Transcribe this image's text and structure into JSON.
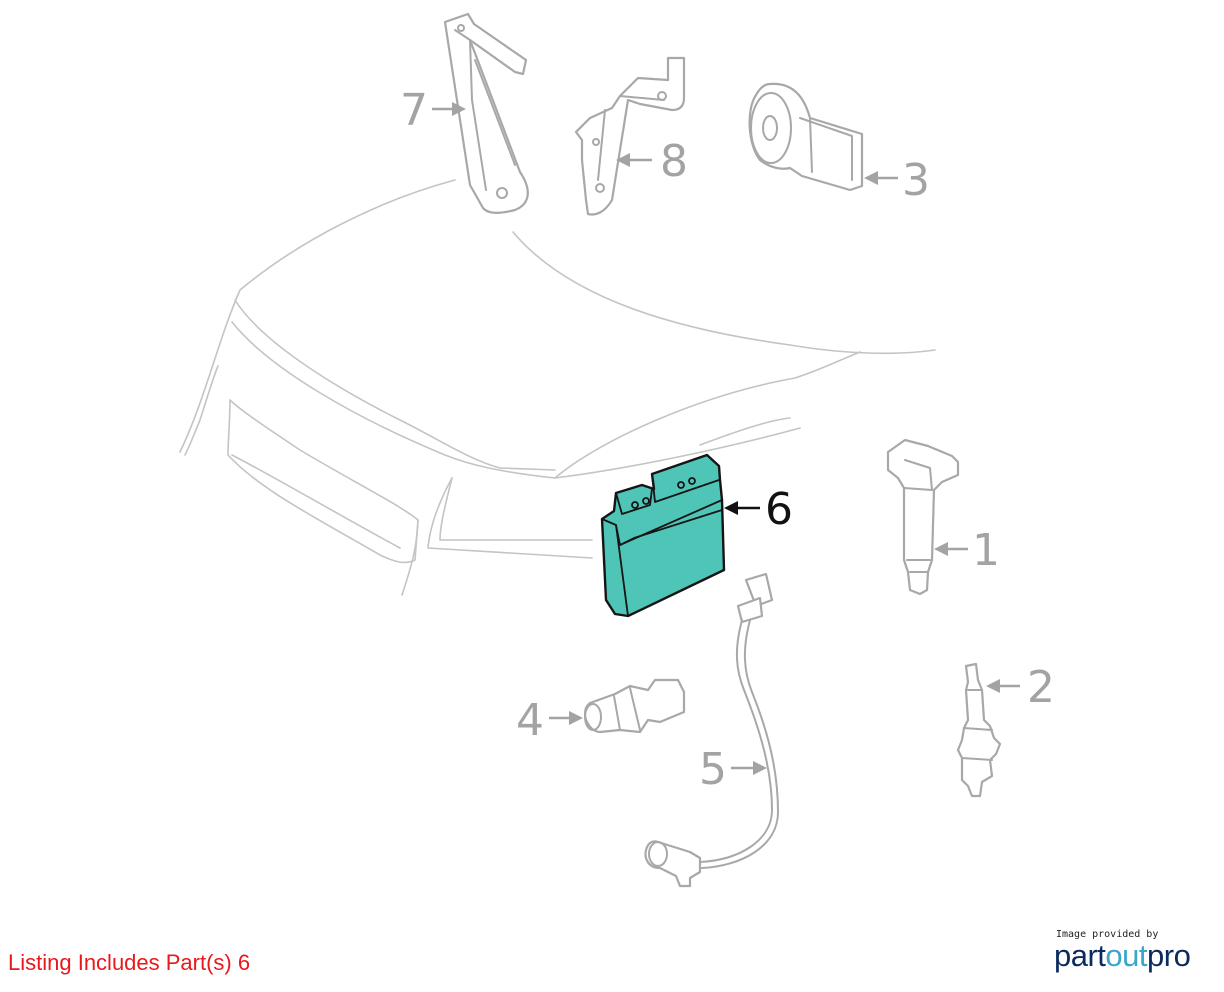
{
  "diagram": {
    "callouts": [
      {
        "id": "1",
        "label": "1"
      },
      {
        "id": "2",
        "label": "2"
      },
      {
        "id": "3",
        "label": "3"
      },
      {
        "id": "4",
        "label": "4"
      },
      {
        "id": "5",
        "label": "5"
      },
      {
        "id": "6",
        "label": "6"
      },
      {
        "id": "7",
        "label": "7"
      },
      {
        "id": "8",
        "label": "8"
      }
    ],
    "highlighted_part": "6",
    "colors": {
      "highlight": "#4fc5b8",
      "outline": "#a8a8a8",
      "car_lines": "#c4c4c4",
      "active_label": "#111111",
      "inactive_label": "#a3a3a3"
    }
  },
  "footer": {
    "listing_text": "Listing Includes Part(s) 6",
    "listing_color": "#e8191c",
    "credit_text": "Image provided by",
    "brand": {
      "part1": "part",
      "part2": "out",
      "part3": "pro",
      "color_dark": "#0b2a5e",
      "color_accent": "#3aa6c9"
    }
  }
}
